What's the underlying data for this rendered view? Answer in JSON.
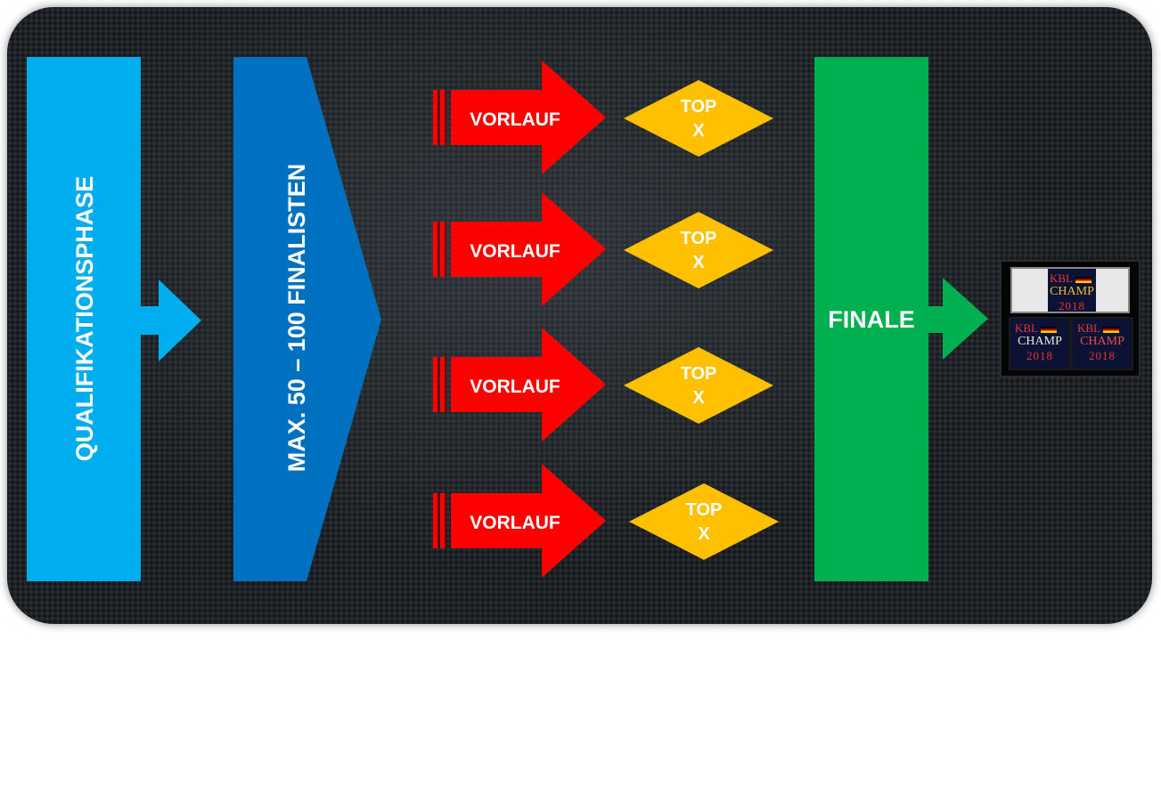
{
  "diagram": {
    "qualification_label": "QUALIFIKATIONSPHASE",
    "finalists_label": "MAX. 50 – 100 FINALISTEN",
    "heats": [
      {
        "heat_label": "VORLAUF",
        "top_label_line1": "TOP",
        "top_label_line2": "X"
      },
      {
        "heat_label": "VORLAUF",
        "top_label_line1": "TOP",
        "top_label_line2": "X"
      },
      {
        "heat_label": "VORLAUF",
        "top_label_line1": "TOP",
        "top_label_line2": "X"
      },
      {
        "heat_label": "VORLAUF",
        "top_label_line1": "TOP",
        "top_label_line2": "X"
      }
    ],
    "final_label": "FINALE",
    "trophy": {
      "patches": [
        {
          "line1": "KBL",
          "line2": "CHAMP",
          "line3": "2018",
          "line2_color": "#e8c23a"
        },
        {
          "line1": "KBL",
          "line2": "CHAMP",
          "line3": "2018",
          "line2_color": "#e9e9e9"
        },
        {
          "line1": "KBL",
          "line2": "CHAMP",
          "line3": "2018",
          "line2_color": "#e05050"
        }
      ]
    }
  },
  "colors": {
    "qualification": "#00adef",
    "finalists": "#0070c0",
    "heat_arrow": "#ff0000",
    "top_diamond": "#ffc000",
    "final": "#00b050",
    "label_text": "#ffffff",
    "panel_background": "#1e2226"
  }
}
